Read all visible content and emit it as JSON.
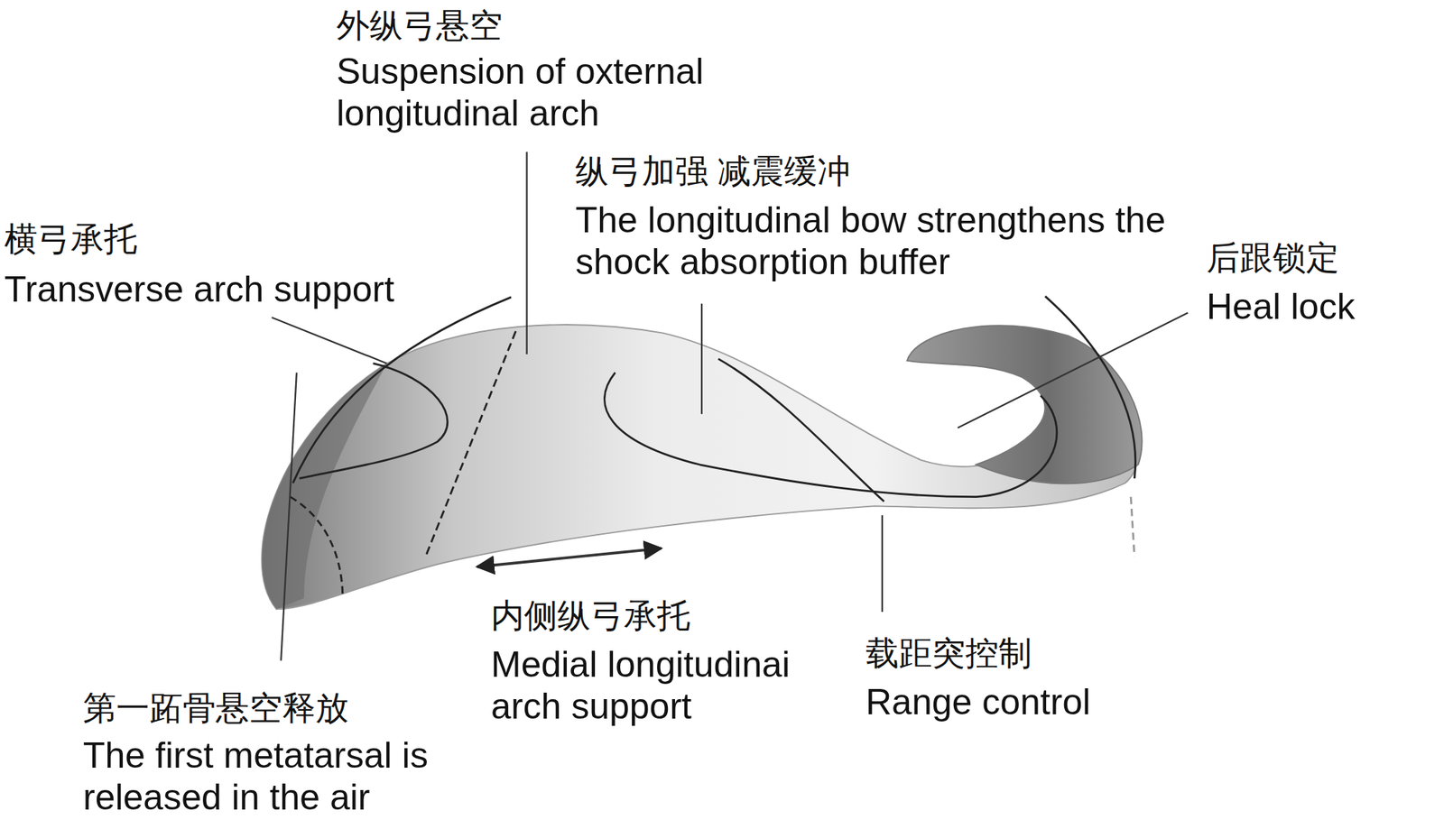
{
  "diagram": {
    "labels": [
      "外纵弓悬空",
      "Suspension of oxternal longitudinal arch",
      "纵弓加强 减震缓冲",
      "The longitudinal bow strengthens the shock absorption buffer",
      "横弓承托",
      "Transverse arch support",
      "后跟锁定",
      "Heal lock",
      "内侧纵弓承托",
      "Medial longitudinai arch support",
      "载距突控制",
      "Range control",
      "第一跖骨悬空释放",
      "The first metatarsal is released in the air"
    ]
  }
}
